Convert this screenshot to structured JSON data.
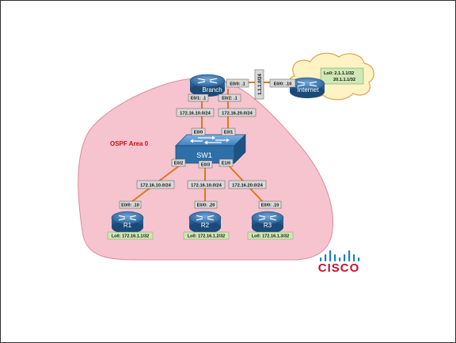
{
  "area_label": "OSPF Area 0",
  "colors": {
    "area_fill": "#f6c4cf",
    "area_stroke": "#d98b9c",
    "area_text": "#cc1111",
    "link": "#e07818",
    "router_blue": "#2f6fa8",
    "cloud_fill": "#fff3c4",
    "cloud_stroke": "#e0a050",
    "loopback_fill": "#cfe8b4",
    "label_fill": "#d9d9d9",
    "cisco_red": "#c8102e",
    "cisco_blue": "#1b7ec2"
  },
  "nodes": {
    "branch": {
      "name": "Branch"
    },
    "internet": {
      "name": "Internet"
    },
    "sw1": {
      "name": "SW1"
    },
    "r1": {
      "name": "R1",
      "lo": "Lo0:  172.16.1.1/32"
    },
    "r2": {
      "name": "R2",
      "lo": "Lo0:  172.16.1.2/32"
    },
    "r3": {
      "name": "R3",
      "lo": "Lo0:  172.16.1.3/32"
    }
  },
  "internet_lo": [
    "Lo0:  2.1.1.1/32",
    "20.1.1.1/32"
  ],
  "interfaces": {
    "branch_e00": "E0/0: .1",
    "branch_e01": "E0/1: .1",
    "branch_e02": "E0/2: .1",
    "internet_e00": "E0/0: .10",
    "sw1_e00": "E0/0",
    "sw1_e01": "E0/1",
    "sw1_e02": "E0/2",
    "sw1_e03": "E0/3",
    "sw1_e10": "E1/0",
    "r1_e00": "E0/0: .10",
    "r2_e00": "E0/0: .20",
    "r3_e00": "E0/0: .10"
  },
  "subnets": {
    "wan": "1.1.1.0/24",
    "branch_left": "172.16.10.0/24",
    "branch_right": "172.16.20.0/24",
    "sw_r1": "172.16.10.0/24",
    "sw_r2": "172.16.10.0/24",
    "sw_r3": "172.16.20.0/24"
  },
  "logo": {
    "text": "CISCO"
  }
}
